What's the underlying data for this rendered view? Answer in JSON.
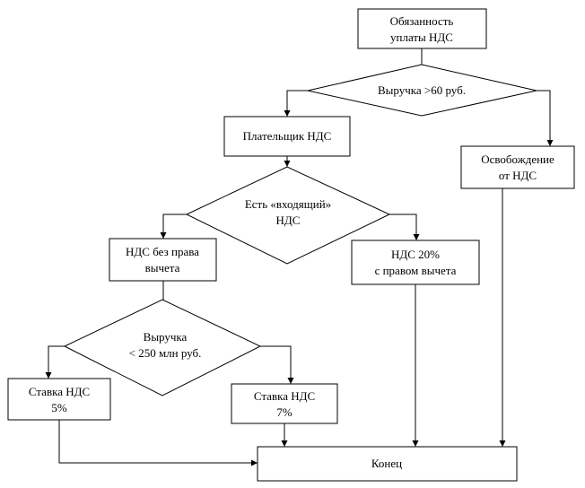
{
  "nodes": {
    "duty": {
      "line1": "Обязанность",
      "line2": "уплаты НДС"
    },
    "revenue_check": {
      "line1": "Выручка >60 руб."
    },
    "payer": {
      "line1": "Плательщик НДС"
    },
    "exemption": {
      "line1": "Освобождение",
      "line2": "от НДС"
    },
    "input_vat_check": {
      "line1": "Есть «входящий»",
      "line2": "НДС"
    },
    "no_deduction": {
      "line1": "НДС без права",
      "line2": "вычета"
    },
    "vat20": {
      "line1": "НДС 20%",
      "line2": "с правом вычета"
    },
    "revenue250_check": {
      "line1": "Выручка",
      "line2": "< 250 млн руб."
    },
    "rate5": {
      "line1": "Ставка НДС",
      "line2": "5%"
    },
    "rate7": {
      "line1": "Ставка НДС",
      "line2": "7%"
    },
    "end": {
      "line1": "Конец"
    }
  }
}
